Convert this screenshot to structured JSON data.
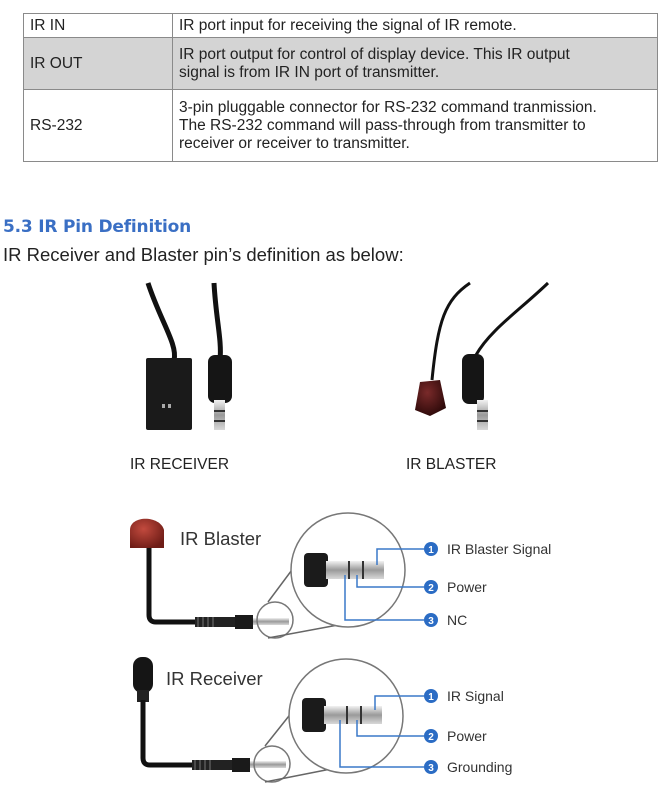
{
  "table": {
    "rows": [
      {
        "port": "IR IN",
        "description": [
          "IR port input for receiving the signal of IR remote."
        ],
        "shaded": false
      },
      {
        "port": "IR OUT",
        "description": [
          "IR port output for control of display device. This IR output",
          "signal is from IR IN port of transmitter."
        ],
        "shaded": true
      },
      {
        "port": "RS-232",
        "description": [
          "3-pin pluggable connector for RS-232 command tranmission.",
          "The RS-232 command will pass-through from transmitter to",
          "receiver or receiver to transmitter."
        ],
        "shaded": false
      }
    ]
  },
  "section": {
    "heading": "5.3 IR Pin Definition",
    "intro": "IR Receiver and Blaster pin’s definition as below:"
  },
  "photos": {
    "receiver_caption": "IR RECEIVER",
    "blaster_caption": "IR BLASTER"
  },
  "diagrams": {
    "blaster": {
      "title": "IR Blaster",
      "pins": [
        {
          "num": "1",
          "label": "IR Blaster Signal"
        },
        {
          "num": "2",
          "label": "Power"
        },
        {
          "num": "3",
          "label": "NC"
        }
      ]
    },
    "receiver": {
      "title": "IR Receiver",
      "pins": [
        {
          "num": "1",
          "label": "IR Signal"
        },
        {
          "num": "2",
          "label": "Power"
        },
        {
          "num": "3",
          "label": "Grounding"
        }
      ]
    }
  },
  "colors": {
    "heading": "#3a6fc4",
    "badge": "#2b6cc4",
    "leader": "#3a78c8",
    "blaster_head": "#8e2a22"
  }
}
